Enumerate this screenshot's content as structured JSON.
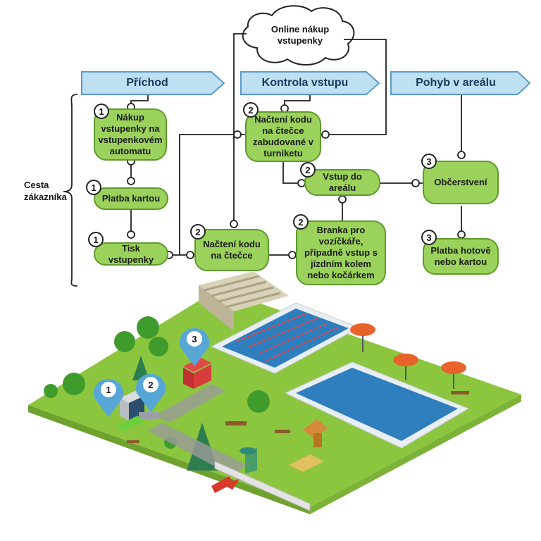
{
  "phases": {
    "arrival": "Příchod",
    "entry_control": "Kontrola vstupu",
    "movement": "Pohyb v areálu"
  },
  "cloud": "Online nákup vstupenky",
  "side_label": "Cesta zákazníka",
  "nodes": {
    "buy_ticket": {
      "step": "1",
      "label": "Nákup vstupenky na vstupenkovém automatu"
    },
    "card_payment": {
      "step": "1",
      "label": "Platba kartou"
    },
    "print_ticket": {
      "step": "1",
      "label": "Tisk vstupenky"
    },
    "reader_scan": {
      "step": "2",
      "label": "Načtení kodu na čtečce"
    },
    "turnstile_scan": {
      "step": "2",
      "label": "Načtení kodu na čtečce zabudované v turniketu"
    },
    "enter_area": {
      "step": "2",
      "label": "Vstup do areálu"
    },
    "wheelchair_gate": {
      "step": "2",
      "label": "Branka pro vozíčkáře, případně vstup s jízdním kolem nebo kočárkem"
    },
    "refreshments": {
      "step": "3",
      "label": "Občerstvení"
    },
    "cash_card": {
      "step": "3",
      "label": "Platba hotově nebo kartou"
    }
  },
  "map_pins": [
    "1",
    "2",
    "3"
  ],
  "colors": {
    "node_fill": "#9bd25b",
    "node_border": "#5e9a2d",
    "phase_fill": "#bfe0f3",
    "phase_border": "#5a9cc9",
    "grass": "#8cc63f",
    "pool": "#2f7fbf",
    "pin": "#56a7d6"
  },
  "icons": [
    "cloud-icon",
    "ticket-machine-icon",
    "turnstile-icon",
    "kiosk-icon",
    "pool-icon",
    "umbrella-icon",
    "tree-icon",
    "playground-icon",
    "map-pin-icon"
  ]
}
